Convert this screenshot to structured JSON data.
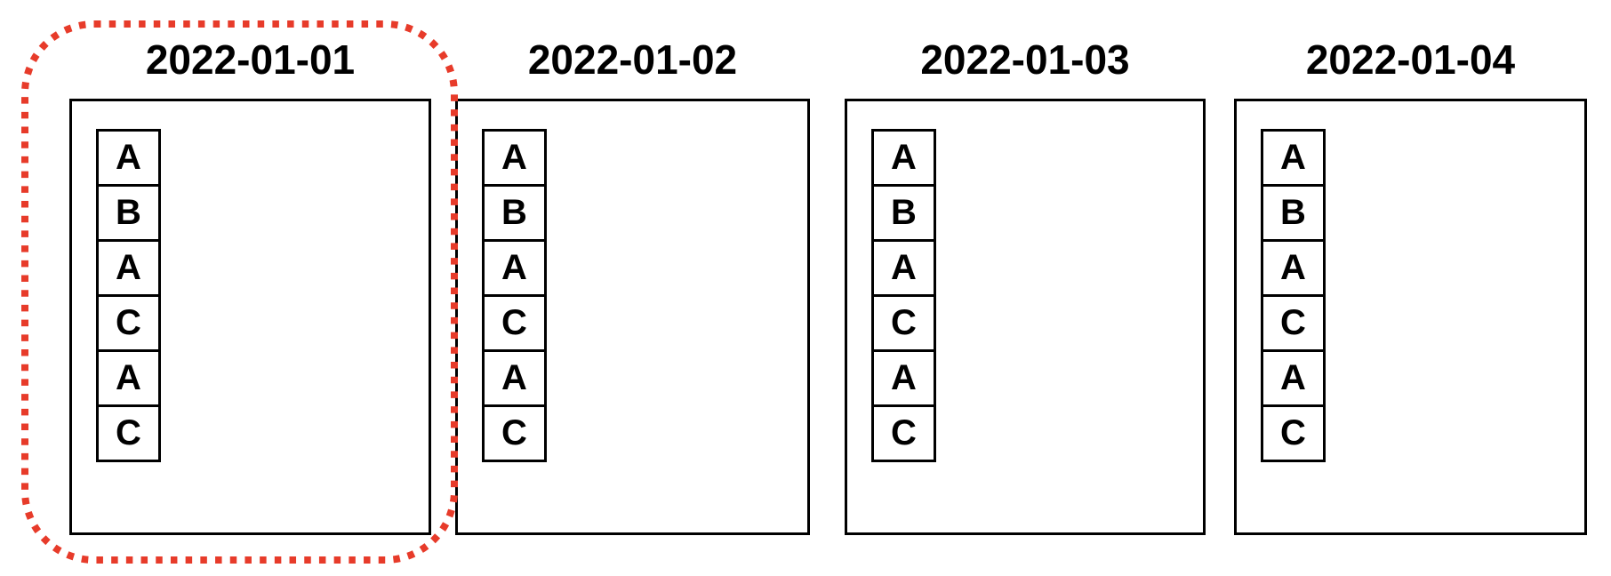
{
  "highlight": {
    "color": "#e73b2a",
    "style": "dashed-rounded-rectangle",
    "highlighted_panel_title": "2022-01-01"
  },
  "panels": [
    {
      "title": "2022-01-01",
      "highlighted": true,
      "items": [
        "A",
        "B",
        "A",
        "C",
        "A",
        "C"
      ]
    },
    {
      "title": "2022-01-02",
      "highlighted": false,
      "items": [
        "A",
        "B",
        "A",
        "C",
        "A",
        "C"
      ]
    },
    {
      "title": "2022-01-03",
      "highlighted": false,
      "items": [
        "A",
        "B",
        "A",
        "C",
        "A",
        "C"
      ]
    },
    {
      "title": "2022-01-04",
      "highlighted": false,
      "items": [
        "A",
        "B",
        "A",
        "C",
        "A",
        "C"
      ]
    }
  ]
}
